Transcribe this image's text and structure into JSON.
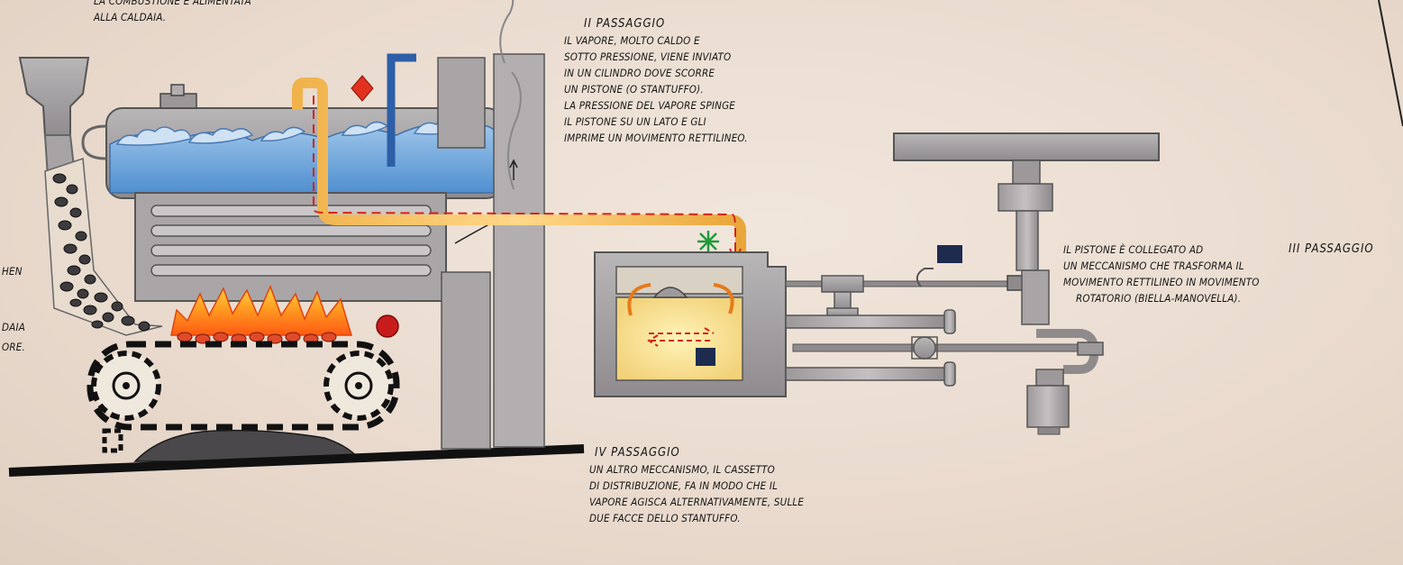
{
  "top_note": {
    "lines": [
      "LA COMBUSTIONE È ALIMENTATA",
      "ALLA CALDAIA."
    ]
  },
  "left_note": {
    "lines": [
      "HEN",
      "DAIA",
      "ORE."
    ]
  },
  "step_2": {
    "heading": "II PASSAGGIO",
    "lines": [
      "IL VAPORE, MOLTO CALDO E",
      "SOTTO PRESSIONE, VIENE INVIATO",
      "IN UN CILINDRO DOVE SCORRE",
      "UN PISTONE (O STANTUFFO).",
      "LA PRESSIONE DEL VAPORE SPINGE",
      "IL PISTONE SU UN LATO E GLI",
      "IMPRIME UN MOVIMENTO RETTILINEO."
    ]
  },
  "step_3": {
    "heading": "III PASSAGGIO",
    "lines": [
      "IL PISTONE È COLLEGATO AD",
      "UN MECCANISMO CHE TRASFORMA IL",
      "MOVIMENTO RETTILINEO IN MOVIMENTO",
      "ROTATORIO (BIELLA-MANOVELLA)."
    ]
  },
  "step_4": {
    "heading": "IV PASSAGGIO",
    "lines": [
      "UN ALTRO MECCANISMO, IL CASSETTO",
      "DI DISTRIBUZIONE, FA IN MODO CHE IL",
      "VAPORE AGISCA ALTERNATIVAMENTE, SULLE",
      "DUE FACCE DELLO STANTUFFO."
    ]
  },
  "markers": {
    "diamond_color": "#e0311f",
    "circle_color": "#c81c1c",
    "asterisk_color": "#1f9a3a",
    "square_color": "#1d2b4f"
  }
}
